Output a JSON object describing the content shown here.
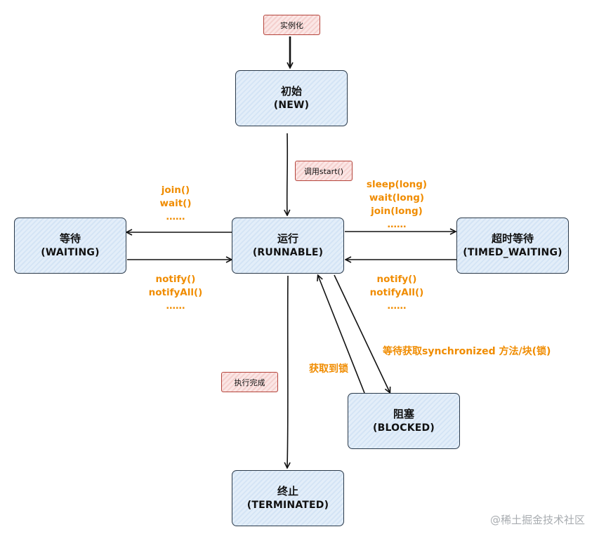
{
  "states": {
    "new": {
      "cn": "初始",
      "en": "(NEW)"
    },
    "runnable": {
      "cn": "运行",
      "en": "(RUNNABLE)"
    },
    "waiting": {
      "cn": "等待",
      "en": "(WAITING)"
    },
    "timed_waiting": {
      "cn": "超时等待",
      "en": "(TIMED_WAITING)"
    },
    "blocked": {
      "cn": "阻塞",
      "en": "(BLOCKED)"
    },
    "terminated": {
      "cn": "终止",
      "en": "(TERMINATED)"
    }
  },
  "tags": {
    "instantiate": "实例化",
    "call_start": "调用start()",
    "finished": "执行完成"
  },
  "labels": {
    "to_waiting": [
      "join()",
      "wait()",
      "……"
    ],
    "from_waiting": [
      "notify()",
      "notifyAll()",
      "……"
    ],
    "to_timed_waiting": [
      "sleep(long)",
      "wait(long)",
      "join(long)",
      "……"
    ],
    "from_timed_waiting": [
      "notify()",
      "notifyAll()",
      "……"
    ],
    "to_blocked": "等待获取synchronized 方法/块(锁)",
    "from_blocked": "获取到锁"
  },
  "watermark": "@稀土掘金技术社区",
  "colors": {
    "state_border": "#2b3a4a",
    "state_fill": "#dce9f7",
    "tag_border": "#b5453c",
    "tag_fill": "#f8dcdb",
    "method_text": "#f08c00",
    "arrow": "#111111"
  }
}
